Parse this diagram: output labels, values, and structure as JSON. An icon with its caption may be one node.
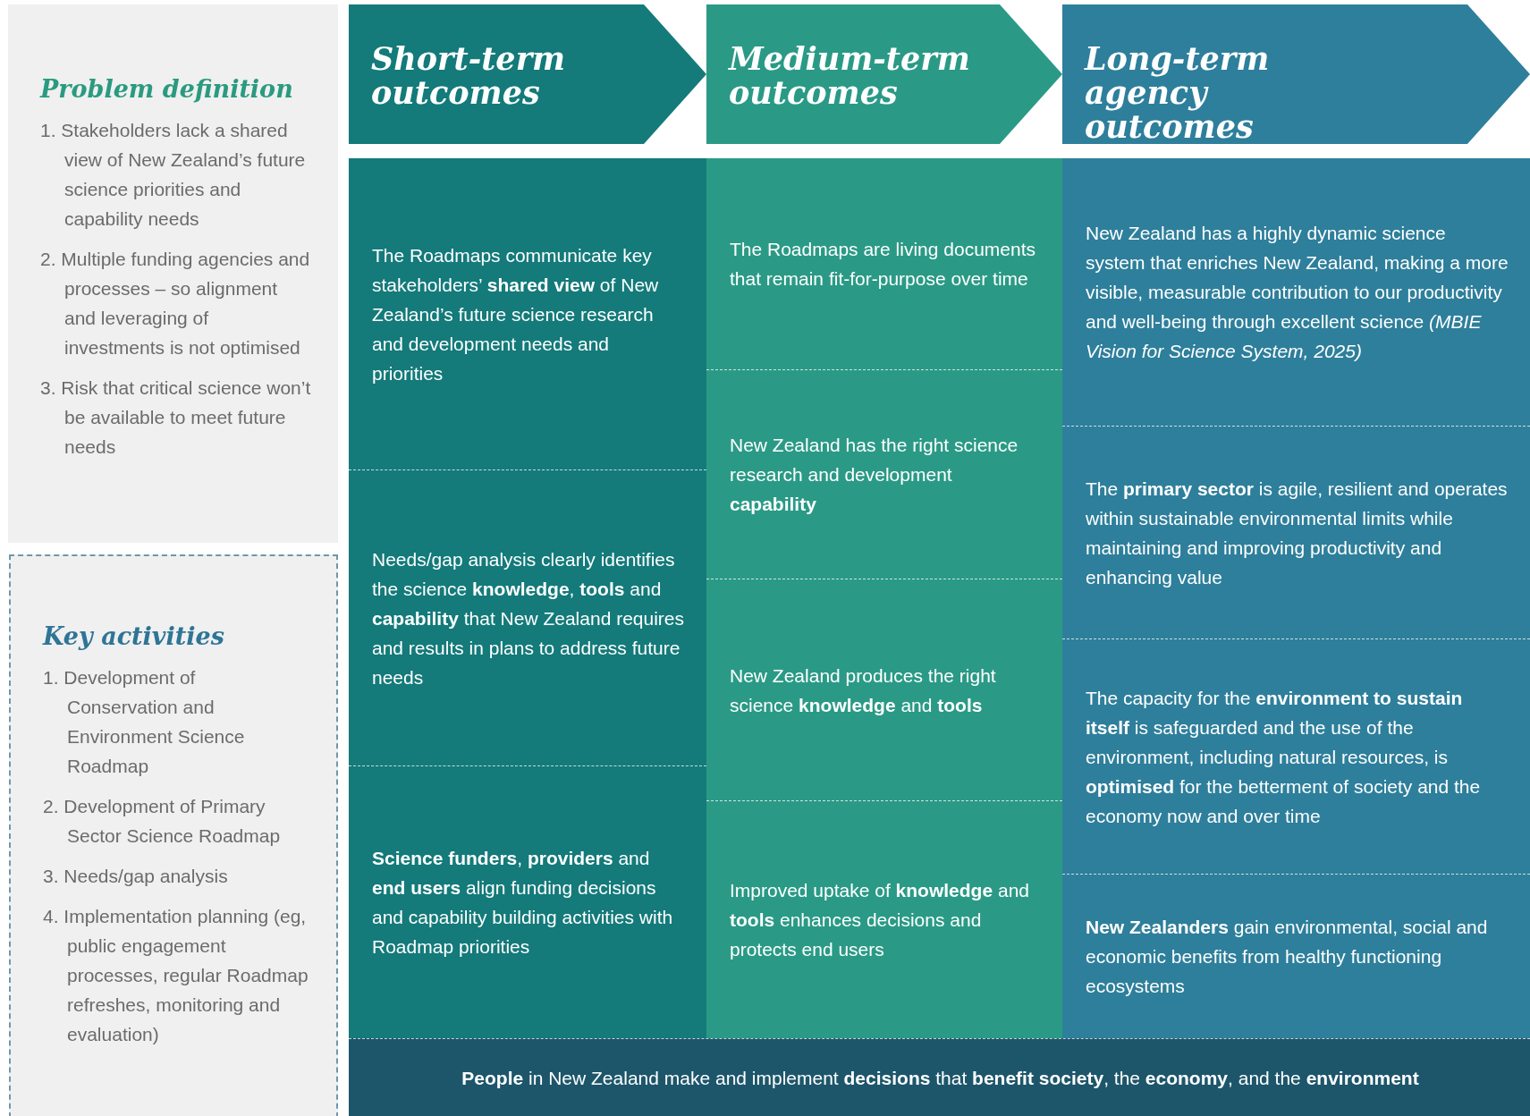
{
  "diagram": {
    "nodes": [
      {
        "text": [
          "Problem definition",
          "1. Stakeholders lack a shared view of New Zealand’s future science priorities and capability needs",
          "2. Multiple funding agencies and processes – so alignment and leveraging of investments is not optimised",
          "3. Risk that critical science won’t be available to meet future needs"
        ]
      },
      {
        "text": [
          "Key activities",
          "1. Development of Conservation and Environment Science Roadmap",
          "2. Development of Primary Sector Science Roadmap",
          "3. Needs/gap analysis",
          "4. Implementation planning (eg, public engagement processes, regular Roadmap refreshes, monitoring and evaluation)"
        ]
      },
      {
        "text": [
          "Short-term outcomes"
        ]
      },
      {
        "text": [
          "Medium-term outcomes"
        ]
      },
      {
        "text": [
          "Long-term agency outcomes"
        ]
      },
      {
        "text": [
          "The Roadmaps communicate key stakeholders’ **shared view** of New Zealand’s future science research and development needs and priorities"
        ]
      },
      {
        "text": [
          "Needs/gap analysis clearly identifies the science **knowledge**, **tools** and **capability** that New Zealand requires and results in plans to address future needs"
        ]
      },
      {
        "text": [
          "**Science funders**, **providers** and **end users** align funding decisions and capability building activities with Roadmap priorities"
        ]
      },
      {
        "text": [
          "The Roadmaps are living documents that remain fit-for-purpose over time"
        ]
      },
      {
        "text": [
          "New Zealand has the right science research and development **capability**"
        ]
      },
      {
        "text": [
          "New Zealand produces the right science **knowledge** and **tools**"
        ]
      },
      {
        "text": [
          "Improved uptake of **knowledge** and **tools** enhances decisions and protects end users"
        ]
      },
      {
        "text": [
          "New Zealand has a highly dynamic science system that enriches New Zealand, making a more visible, measurable contribution to our productivity and well-being through excellent science *(MBIE Vision for Science System, 2025)*"
        ]
      },
      {
        "text": [
          "The **primary sector** is agile, resilient and operates within sustainable environmental limits while maintaining and improving productivity and enhancing value"
        ]
      },
      {
        "text": [
          "The capacity for the **environment to sustain itself** is safeguarded and the use of the environment, including natural resources, is **optimised** for the betterment of society and the economy now and over time"
        ]
      },
      {
        "text": [
          "**New Zealanders** gain environmental, social and economic benefits from healthy functioning ecosystems"
        ]
      },
      {
        "text": [
          "**People** in New Zealand make and implement **decisions** that **benefit society**, the **economy**, and the **environment**"
        ]
      }
    ]
  }
}
